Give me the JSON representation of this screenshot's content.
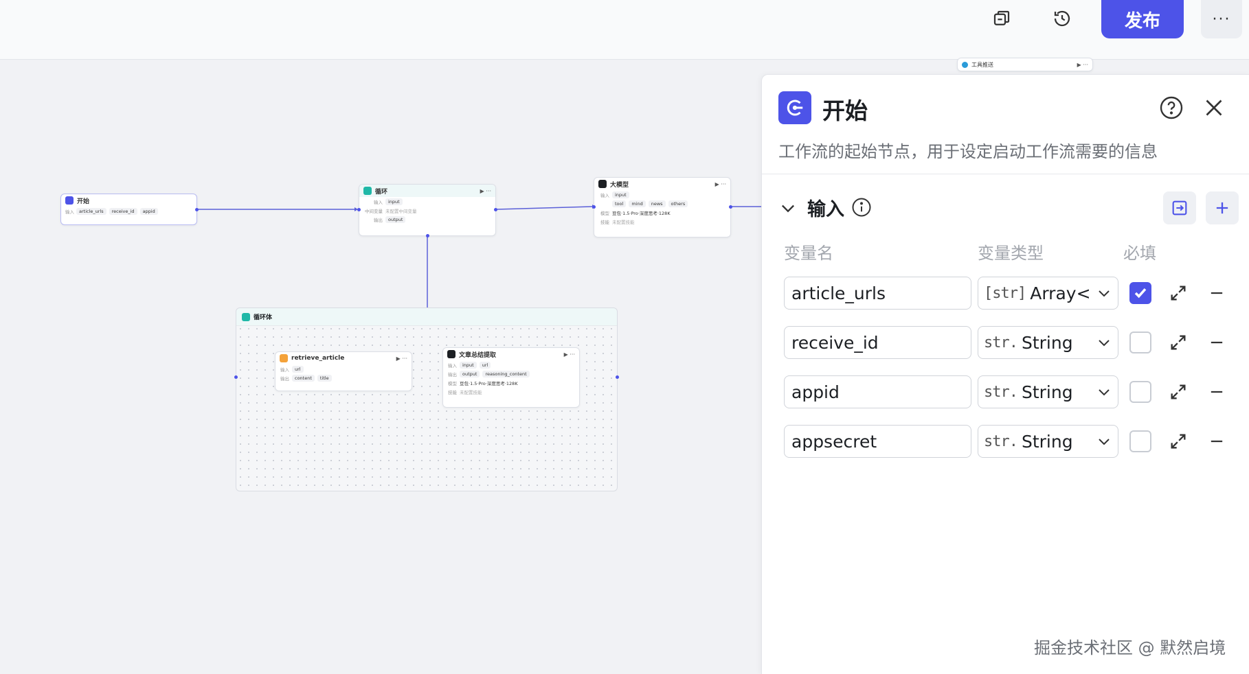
{
  "toolbar": {
    "copy_icon": "copy-icon",
    "history_icon": "history-icon",
    "publish_label": "发布",
    "more_label": "···"
  },
  "canvas": {
    "mini_node": {
      "title": "工具推送",
      "actions": "▶ ···"
    },
    "nodes": {
      "start": {
        "title": "开始",
        "input_label": "输入",
        "chips": [
          "article_urls",
          "receive_id",
          "appid"
        ]
      },
      "loop": {
        "title": "循环",
        "input_label": "输入",
        "input_chip": "input",
        "mid_label": "中间变量",
        "mid_value": "未配置中间变量",
        "output_label": "输出",
        "output_chip": "output",
        "actions": "▶ ···"
      },
      "llm": {
        "title": "大模型",
        "input_label": "输入",
        "input_chip": "input",
        "chips": [
          "tool",
          "mind",
          "news",
          "others"
        ],
        "model_label": "模型",
        "model_value": "豆包·1.5·Pro·深度思考·128K",
        "skill_label": "技能",
        "skill_value": "未配置技能",
        "actions": "▶ ···"
      },
      "loop_body": {
        "title": "循环体"
      },
      "retrieve": {
        "title": "retrieve_article",
        "input_label": "输入",
        "input_chip": "url",
        "output_label": "输出",
        "output_chips": [
          "content",
          "title"
        ],
        "actions": "▶ ···"
      },
      "summary": {
        "title": "文章总结提取",
        "input_label": "输入",
        "input_chips": [
          "input",
          "url"
        ],
        "output_label": "输出",
        "output_chips": [
          "output",
          "reasoning_content"
        ],
        "model_label": "模型",
        "model_value": "豆包·1.5·Pro·深度思考·128K",
        "skill_label": "技能",
        "skill_value": "未配置技能",
        "actions": "▶ ···"
      }
    }
  },
  "panel": {
    "title": "开始",
    "description": "工作流的起始节点，用于设定启动工作流需要的信息",
    "section_title": "输入",
    "columns": {
      "name": "变量名",
      "type": "变量类型",
      "required": "必填"
    },
    "variables": [
      {
        "name": "article_urls",
        "type_icon": "[str]",
        "type": "Array<S...",
        "required": true
      },
      {
        "name": "receive_id",
        "type_icon": "str.",
        "type": "String",
        "required": false
      },
      {
        "name": "appid",
        "type_icon": "str.",
        "type": "String",
        "required": false
      },
      {
        "name": "appsecret",
        "type_icon": "str.",
        "type": "String",
        "required": false
      }
    ]
  },
  "watermark": "掘金技术社区 @ 默然启境",
  "colors": {
    "accent": "#4d53e8",
    "loop": "#1fb8a7",
    "canvas": "#f1f2f5"
  }
}
